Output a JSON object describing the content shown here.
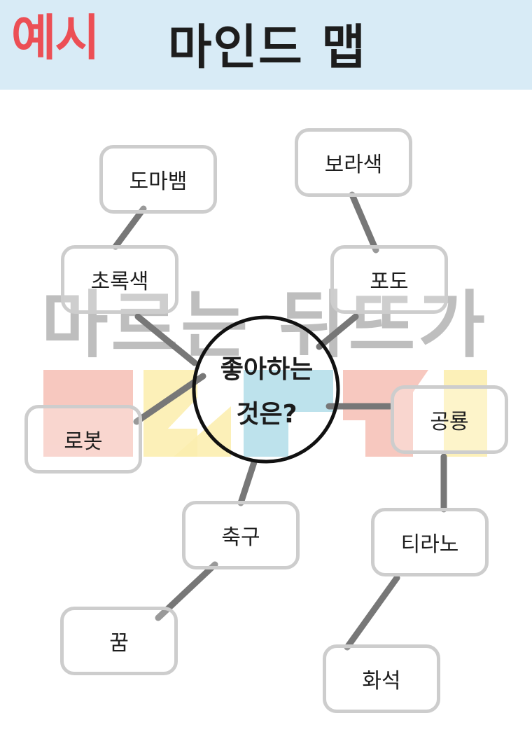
{
  "header": {
    "badge": "예시",
    "title": "마인드 맵"
  },
  "watermark": {
    "text": "마르는 뒤뜨가"
  },
  "center": {
    "line1": "좋아하는",
    "line2": "것은?"
  },
  "nodes": {
    "dolphin": "도마뱀",
    "purple": "보라색",
    "green": "초록색",
    "grape": "포도",
    "robot": "로봇",
    "dinosaur": "공룡",
    "soccer": "축구",
    "tyranno": "티라노",
    "dream": "꿈",
    "fossil": "화석"
  },
  "colors": {
    "header_bg": "#d8ebf6",
    "badge": "#ec4f55",
    "node_border": "#cdcdcd",
    "connector": "#777777",
    "wm_red": "#f4b3a7",
    "wm_yellow": "#fbeba3",
    "wm_blue": "#a8d9e7",
    "wm_gray": "#9a9a9a"
  }
}
